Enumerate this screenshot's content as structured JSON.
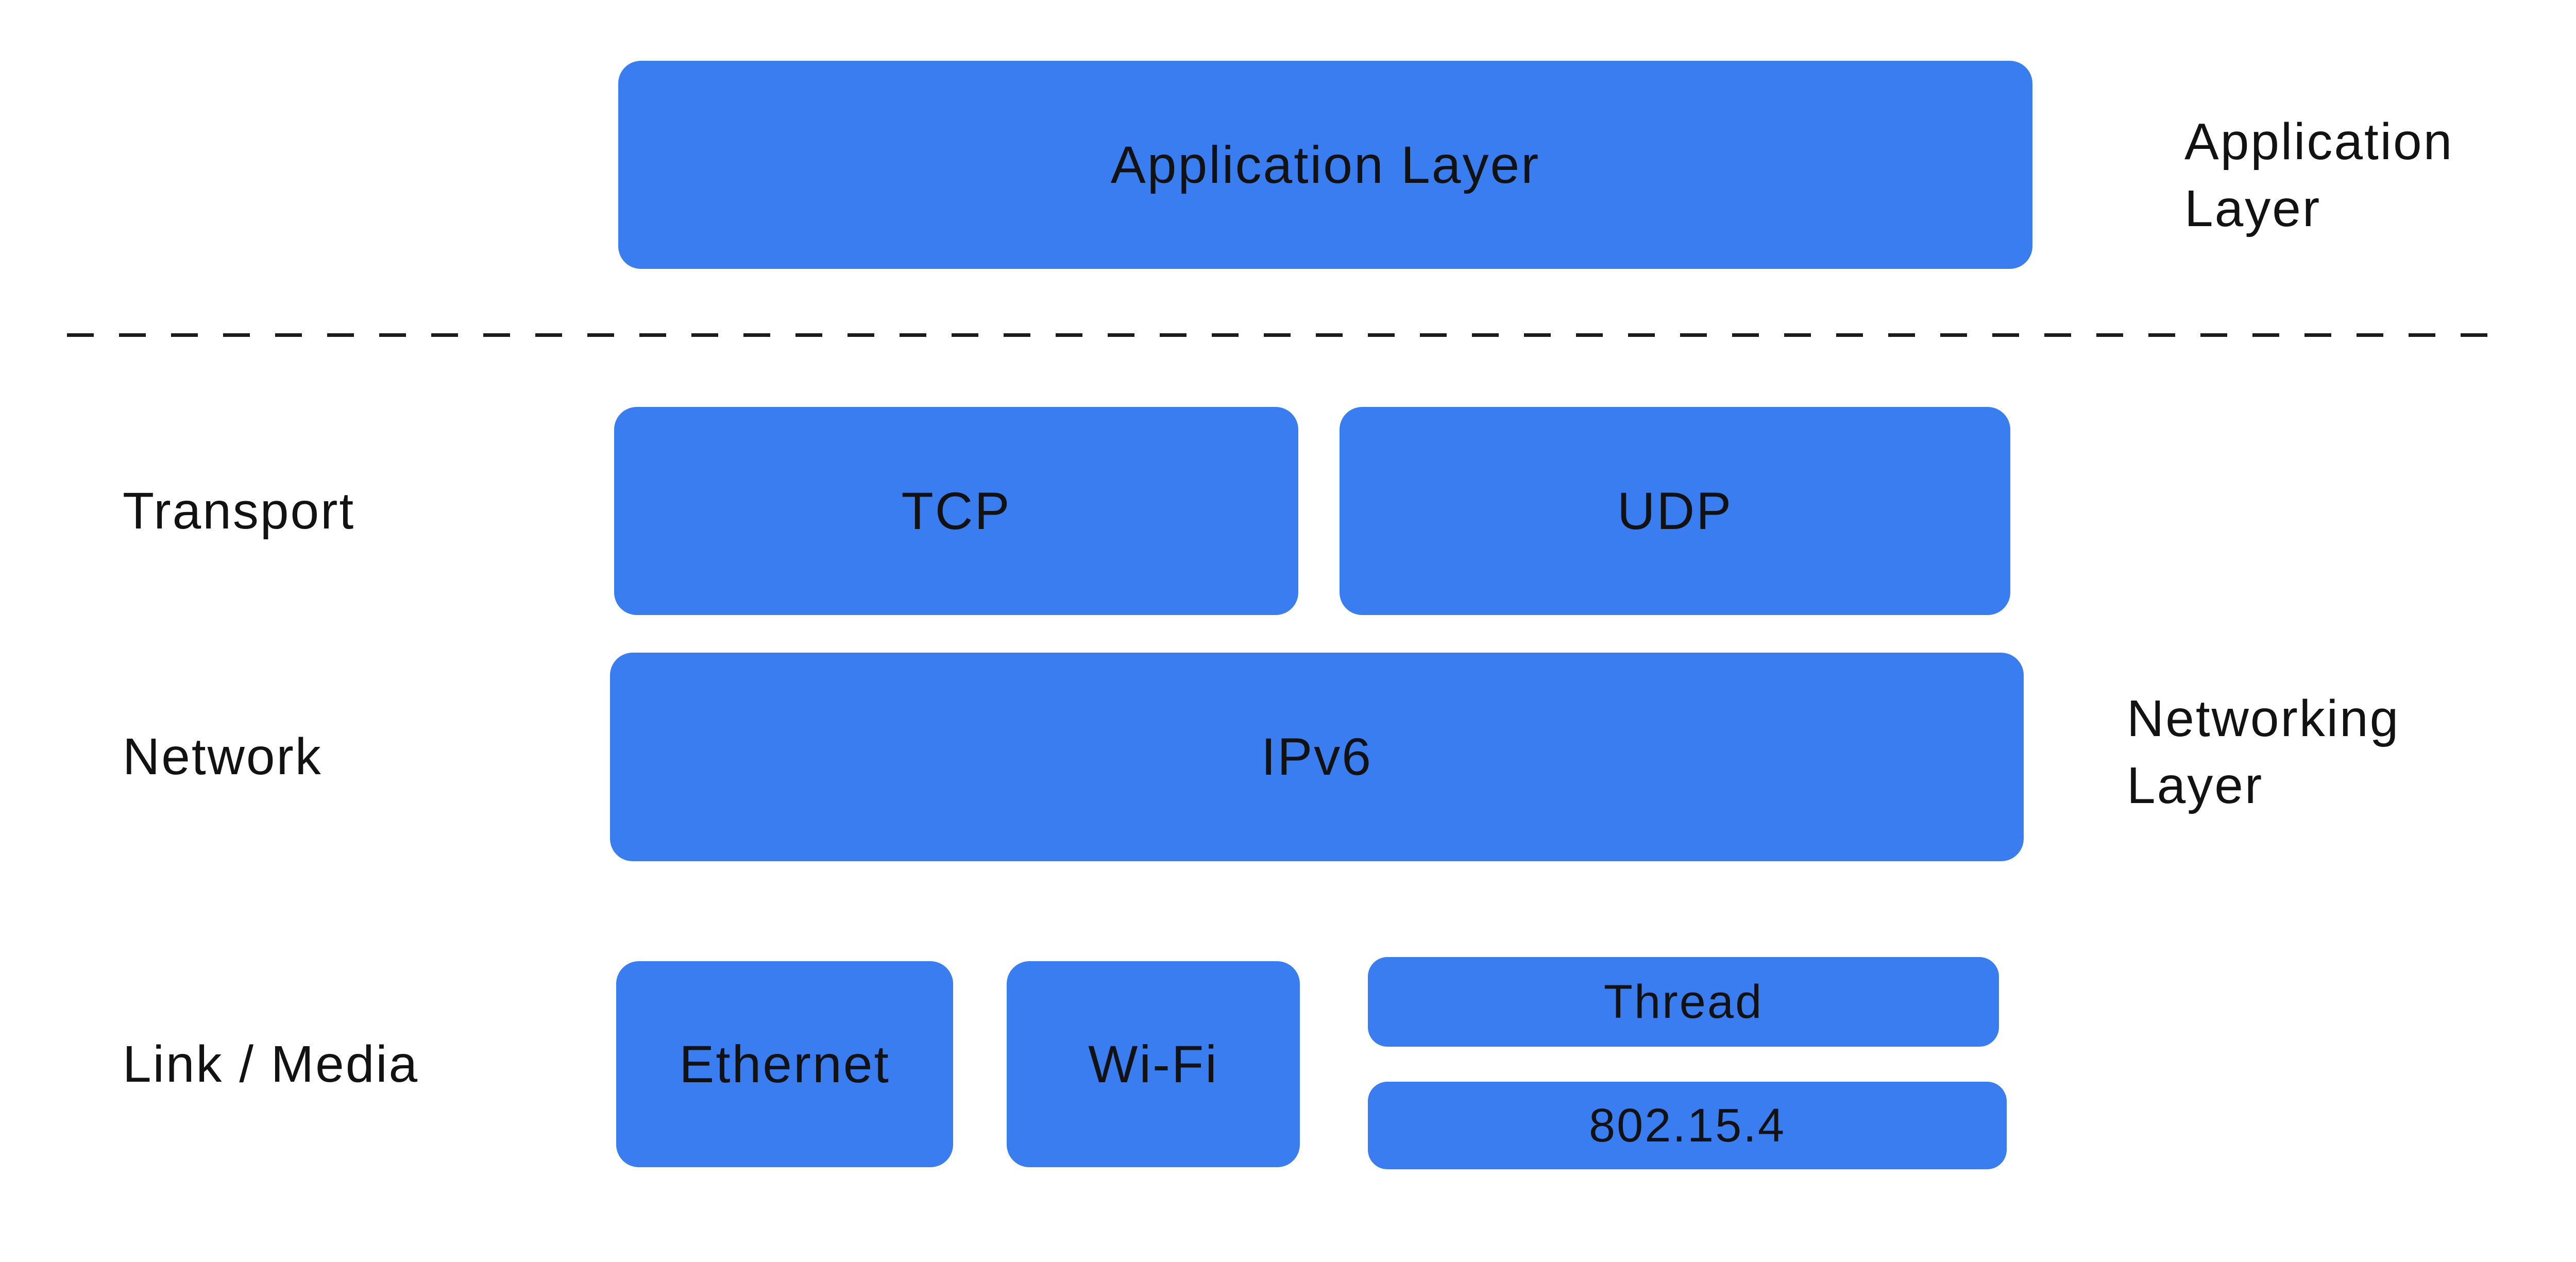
{
  "colors": {
    "accent": "#3A7DF0",
    "text": "#121212",
    "separator": "#1B1B1B",
    "background": "#FFFFFF"
  },
  "diagram": {
    "boxes": {
      "application": "Application Layer",
      "tcp": "TCP",
      "udp": "UDP",
      "ipv6": "IPv6",
      "ethernet": "Ethernet",
      "wifi": "Wi-Fi",
      "thread": "Thread",
      "ieee_802_15_4": "802.15.4"
    },
    "row_labels": {
      "transport": "Transport",
      "network": "Network",
      "link_media": "Link / Media"
    },
    "side_labels": {
      "application_layer": "Application\nLayer",
      "networking_layer": "Networking\nLayer"
    }
  }
}
